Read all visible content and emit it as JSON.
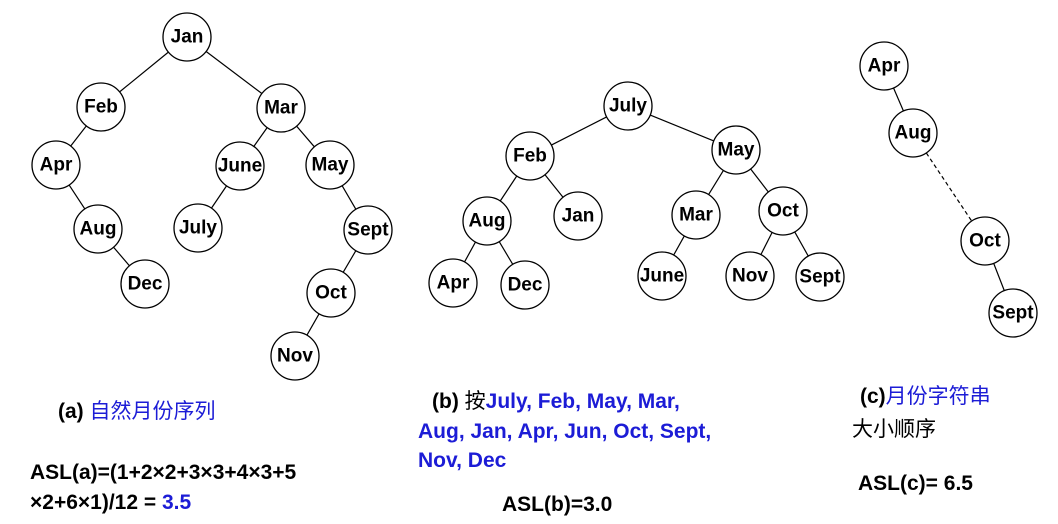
{
  "trees": {
    "a": {
      "nodes": [
        "Jan",
        "Feb",
        "Mar",
        "Apr",
        "June",
        "May",
        "Aug",
        "July",
        "Sept",
        "Dec",
        "Oct",
        "Nov"
      ],
      "edges": [
        [
          "Jan",
          "Feb"
        ],
        [
          "Jan",
          "Mar"
        ],
        [
          "Feb",
          "Apr"
        ],
        [
          "Mar",
          "June"
        ],
        [
          "Mar",
          "May"
        ],
        [
          "Apr",
          "Aug"
        ],
        [
          "June",
          "July"
        ],
        [
          "May",
          "Sept"
        ],
        [
          "Aug",
          "Dec"
        ],
        [
          "Sept",
          "Oct"
        ],
        [
          "Oct",
          "Nov"
        ]
      ]
    },
    "b": {
      "nodes": [
        "July",
        "Feb",
        "May",
        "Aug",
        "Jan",
        "Mar",
        "Oct",
        "Apr",
        "Dec",
        "June",
        "Nov",
        "Sept"
      ],
      "edges": [
        [
          "July",
          "Feb"
        ],
        [
          "July",
          "May"
        ],
        [
          "Feb",
          "Aug"
        ],
        [
          "Feb",
          "Jan"
        ],
        [
          "May",
          "Mar"
        ],
        [
          "May",
          "Oct"
        ],
        [
          "Aug",
          "Apr"
        ],
        [
          "Aug",
          "Dec"
        ],
        [
          "Mar",
          "June"
        ],
        [
          "Oct",
          "Nov"
        ],
        [
          "Oct",
          "Sept"
        ]
      ]
    },
    "c": {
      "nodes": [
        "Apr",
        "Aug",
        "Oct",
        "Sept"
      ],
      "edges": [
        [
          "Apr",
          "Aug"
        ],
        [
          "Aug",
          "Oct",
          "dashed"
        ],
        [
          "Oct",
          "Sept"
        ]
      ]
    }
  },
  "caption_a": {
    "label": "(a) ",
    "title": "自然月份序列"
  },
  "asl_a": {
    "line1": "ASL(a)=(1+2×2+3×3+4×3+5",
    "line2": "×2+6×1)/12 = ",
    "value": "3.5"
  },
  "caption_b": {
    "label": "(b) ",
    "prefix": "按",
    "seq1": "July, Feb, May, Mar,",
    "seq2": "Aug, Jan, Apr, Jun, Oct, Sept,",
    "seq3": "Nov, Dec"
  },
  "asl_b": "ASL(b)=3.0",
  "caption_c": {
    "label": "(c)",
    "title": "月份字符串",
    "line2": "大小顺序"
  },
  "asl_c": "ASL(c)= 6.5",
  "colors": {
    "accent": "#1c1cd6",
    "text": "#000000",
    "node_fill": "#ffffff"
  }
}
